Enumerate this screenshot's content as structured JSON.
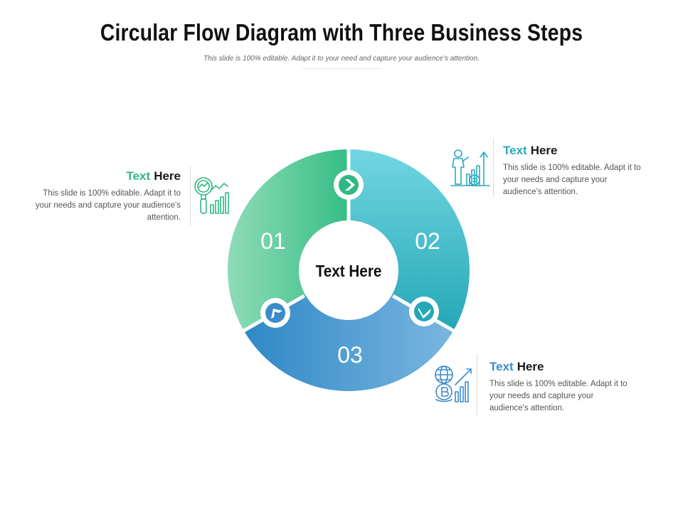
{
  "header": {
    "title": "Circular Flow Diagram with Three Business Steps",
    "subtitle": "This slide is 100% editable. Adapt it to your need and capture your audience's attention."
  },
  "diagram": {
    "center_label": "Text Here",
    "segments": [
      {
        "number": "01",
        "color_start": "#8fdcb8",
        "color_end": "#36bd86"
      },
      {
        "number": "02",
        "color_start": "#72d6e2",
        "color_end": "#25a7b6"
      },
      {
        "number": "03",
        "color_start": "#2f88c6",
        "color_end": "#7ab6e0"
      }
    ],
    "arrow_icons": [
      "chevron-right-icon",
      "chevron-down-left-icon",
      "chevron-up-left-icon"
    ]
  },
  "callouts": [
    {
      "heading_accent": "Text",
      "heading_rest": "Here",
      "text": "This slide is 100% editable. Adapt it to your needs and capture your audience's attention.",
      "icon": "magnifier-chart-icon",
      "accent_color": "#2fb882"
    },
    {
      "heading_accent": "Text",
      "heading_rest": "Here",
      "text": "This slide is 100% editable. Adapt it to your needs and capture your audience's attention.",
      "icon": "businessman-growth-icon",
      "accent_color": "#2aa9be"
    },
    {
      "heading_accent": "Text",
      "heading_rest": "Here",
      "text": "This slide is 100% editable. Adapt it to your needs and capture your audience's attention.",
      "icon": "globe-bitcoin-growth-icon",
      "accent_color": "#3a8ccb"
    }
  ]
}
